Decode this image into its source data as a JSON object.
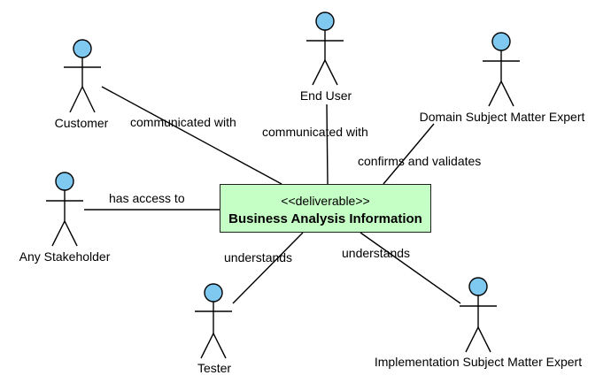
{
  "colors": {
    "actor_head": "#7fc8f0",
    "line": "#000000",
    "box_fill": "#c6ffc6",
    "box_border": "#202020"
  },
  "deliverable": {
    "stereotype": "<<deliverable>>",
    "name": "Business Analysis Information"
  },
  "actors": {
    "customer": "Customer",
    "end_user": "End User",
    "domain_sme": "Domain Subject Matter Expert",
    "any_stakeholder": "Any Stakeholder",
    "tester": "Tester",
    "impl_sme": "Implementation Subject Matter Expert"
  },
  "associations": {
    "customer": "communicated with",
    "end_user": "communicated with",
    "domain_sme": "confirms and validates",
    "any_stakeholder": "has access to",
    "tester": "understands",
    "impl_sme": "understands"
  }
}
